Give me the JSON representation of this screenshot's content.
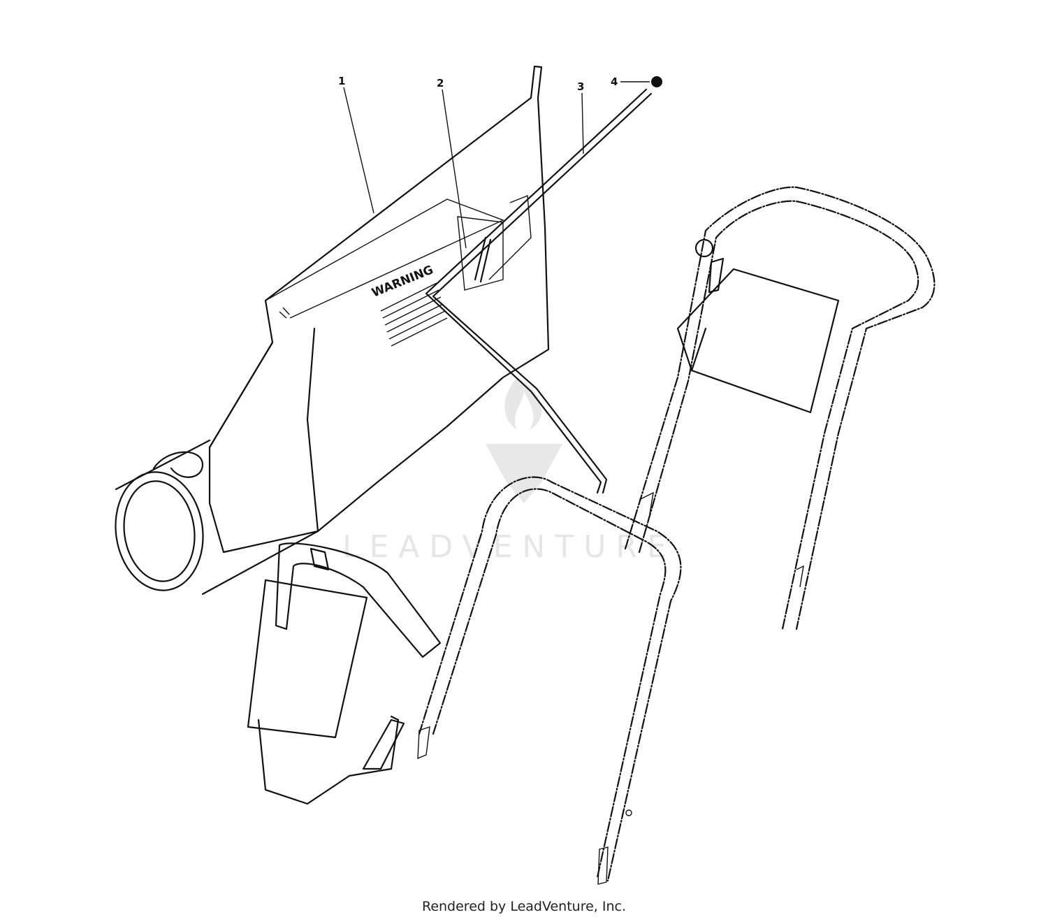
{
  "callouts": [
    "1",
    "2",
    "3",
    "4"
  ],
  "warning_label": "WARNING",
  "watermark": "LEADVENTURE",
  "footer": "Rendered by LeadVenture, Inc."
}
